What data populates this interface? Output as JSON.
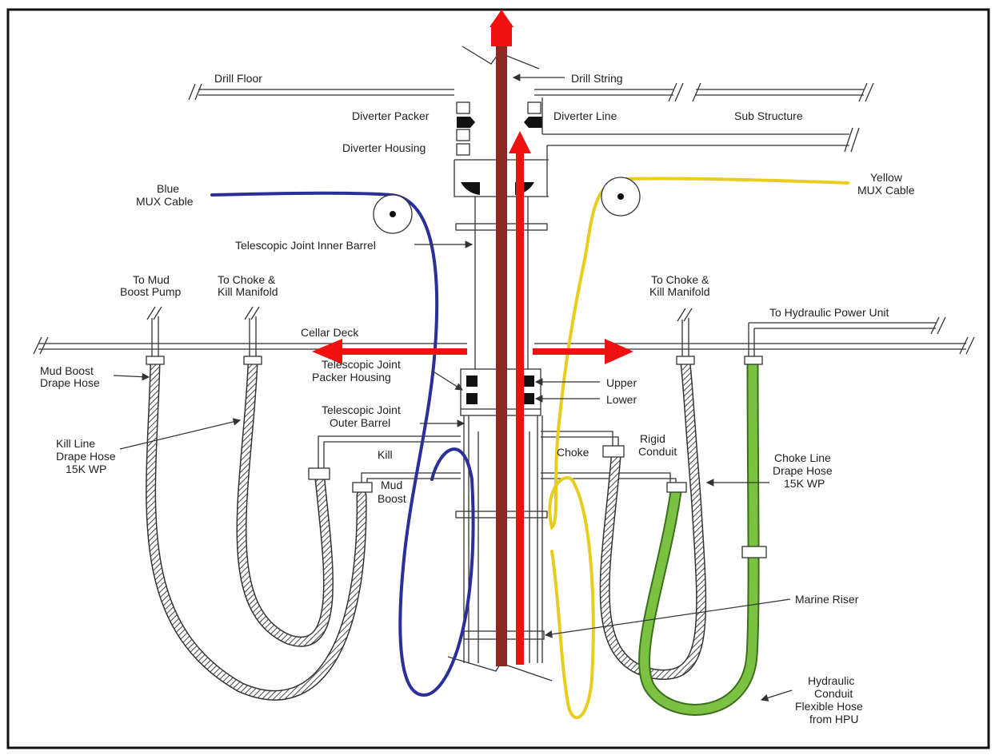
{
  "labels": {
    "drill_floor": "Drill Floor",
    "drill_string": "Drill String",
    "diverter_packer": "Diverter Packer",
    "diverter_line": "Diverter Line",
    "sub_structure": "Sub Structure",
    "diverter_housing": "Diverter Housing",
    "blue_mux_1": "Blue",
    "blue_mux_2": "MUX Cable",
    "yellow_mux_1": "Yellow",
    "yellow_mux_2": "MUX Cable",
    "tj_inner_barrel": "Telescopic Joint Inner Barrel",
    "to_mud_1": "To Mud",
    "to_mud_2": "Boost Pump",
    "to_ck_left_1": "To Choke &",
    "to_ck_left_2": "Kill Manifold",
    "to_ck_right_1": "To Choke &",
    "to_ck_right_2": "Kill Manifold",
    "to_hpu": "To Hydraulic Power Unit",
    "cellar_deck": "Cellar Deck",
    "mud_boost_drape_1": "Mud Boost",
    "mud_boost_drape_2": "Drape Hose",
    "tj_packer_1": "Telescopic Joint",
    "tj_packer_2": "Packer Housing",
    "upper": "Upper",
    "lower": "Lower",
    "tj_outer_1": "Telescopic Joint",
    "tj_outer_2": "Outer Barrel",
    "kill_drape_1": "Kill Line",
    "kill_drape_2": "Drape Hose",
    "kill_drape_3": "15K WP",
    "kill": "Kill",
    "choke": "Choke",
    "rigid_1": "Rigid",
    "rigid_2": "Conduit",
    "mud_1": "Mud",
    "mud_2": "Boost",
    "choke_drape_1": "Choke Line",
    "choke_drape_2": "Drape Hose",
    "choke_drape_3": "15K WP",
    "marine_riser": "Marine Riser",
    "hyd_1": "Hydraulic",
    "hyd_2": "Conduit",
    "hyd_3": "Flexible Hose",
    "hyd_4": "from HPU"
  },
  "colors": {
    "drill_string": "#8b2a22",
    "flow_arrow": "#f01010",
    "blue_mux": "#2a2f9a",
    "yellow_mux": "#e8cc1e",
    "hydraulic_hose": "#7cc242",
    "hatched_hose": "#555555",
    "frame": "#111111"
  },
  "icons": {
    "flow_arrows": "arrow-icon",
    "sheaves": "pulley-icon"
  }
}
